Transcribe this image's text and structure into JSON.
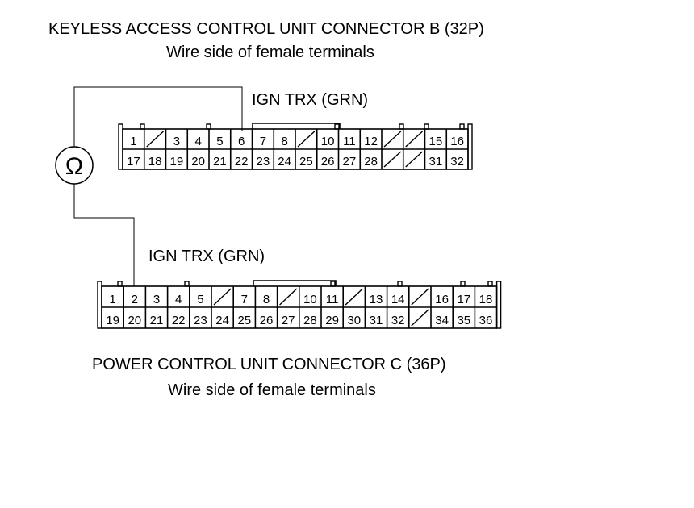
{
  "connector_b": {
    "title": "KEYLESS ACCESS CONTROL UNIT CONNECTOR B (32P)",
    "subtitle": "Wire side of female terminals",
    "probe_label": "IGN TRX (GRN)",
    "top_row": [
      "1",
      "/",
      "3",
      "4",
      "5",
      "6",
      "7",
      "8",
      "/",
      "10",
      "11",
      "12",
      "/",
      "/",
      "15",
      "16"
    ],
    "bottom_row": [
      "17",
      "18",
      "19",
      "20",
      "21",
      "22",
      "23",
      "24",
      "25",
      "26",
      "27",
      "28",
      "/",
      "/",
      "31",
      "32"
    ]
  },
  "connector_c": {
    "title": "POWER CONTROL UNIT CONNECTOR C (36P)",
    "subtitle": "Wire side of female terminals",
    "probe_label": "IGN TRX (GRN)",
    "top_row": [
      "1",
      "2",
      "3",
      "4",
      "5",
      "/",
      "7",
      "8",
      "/",
      "10",
      "11",
      "/",
      "13",
      "14",
      "/",
      "16",
      "17",
      "18"
    ],
    "bottom_row": [
      "19",
      "20",
      "21",
      "22",
      "23",
      "24",
      "25",
      "26",
      "27",
      "28",
      "29",
      "30",
      "31",
      "32",
      "/",
      "34",
      "35",
      "36"
    ]
  },
  "meter": {
    "symbol": "Ω",
    "icon": "ohmmeter-icon"
  }
}
